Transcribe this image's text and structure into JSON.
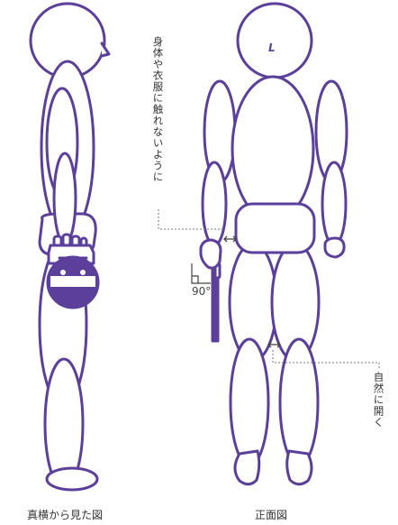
{
  "colors": {
    "outline": "#5b3f9b",
    "fill": "#ffffff",
    "text": "#333333",
    "leader": "#777777"
  },
  "labels": {
    "side_caption": "真横から見た図",
    "front_caption": "正面図",
    "note_arm": "身体や衣服に触れないように",
    "note_legs": "自然に開く",
    "angle": "90°",
    "hand_mark": "L"
  },
  "icons": [
    "left-hand-mark",
    "right-angle-icon",
    "double-arrow-icon"
  ]
}
